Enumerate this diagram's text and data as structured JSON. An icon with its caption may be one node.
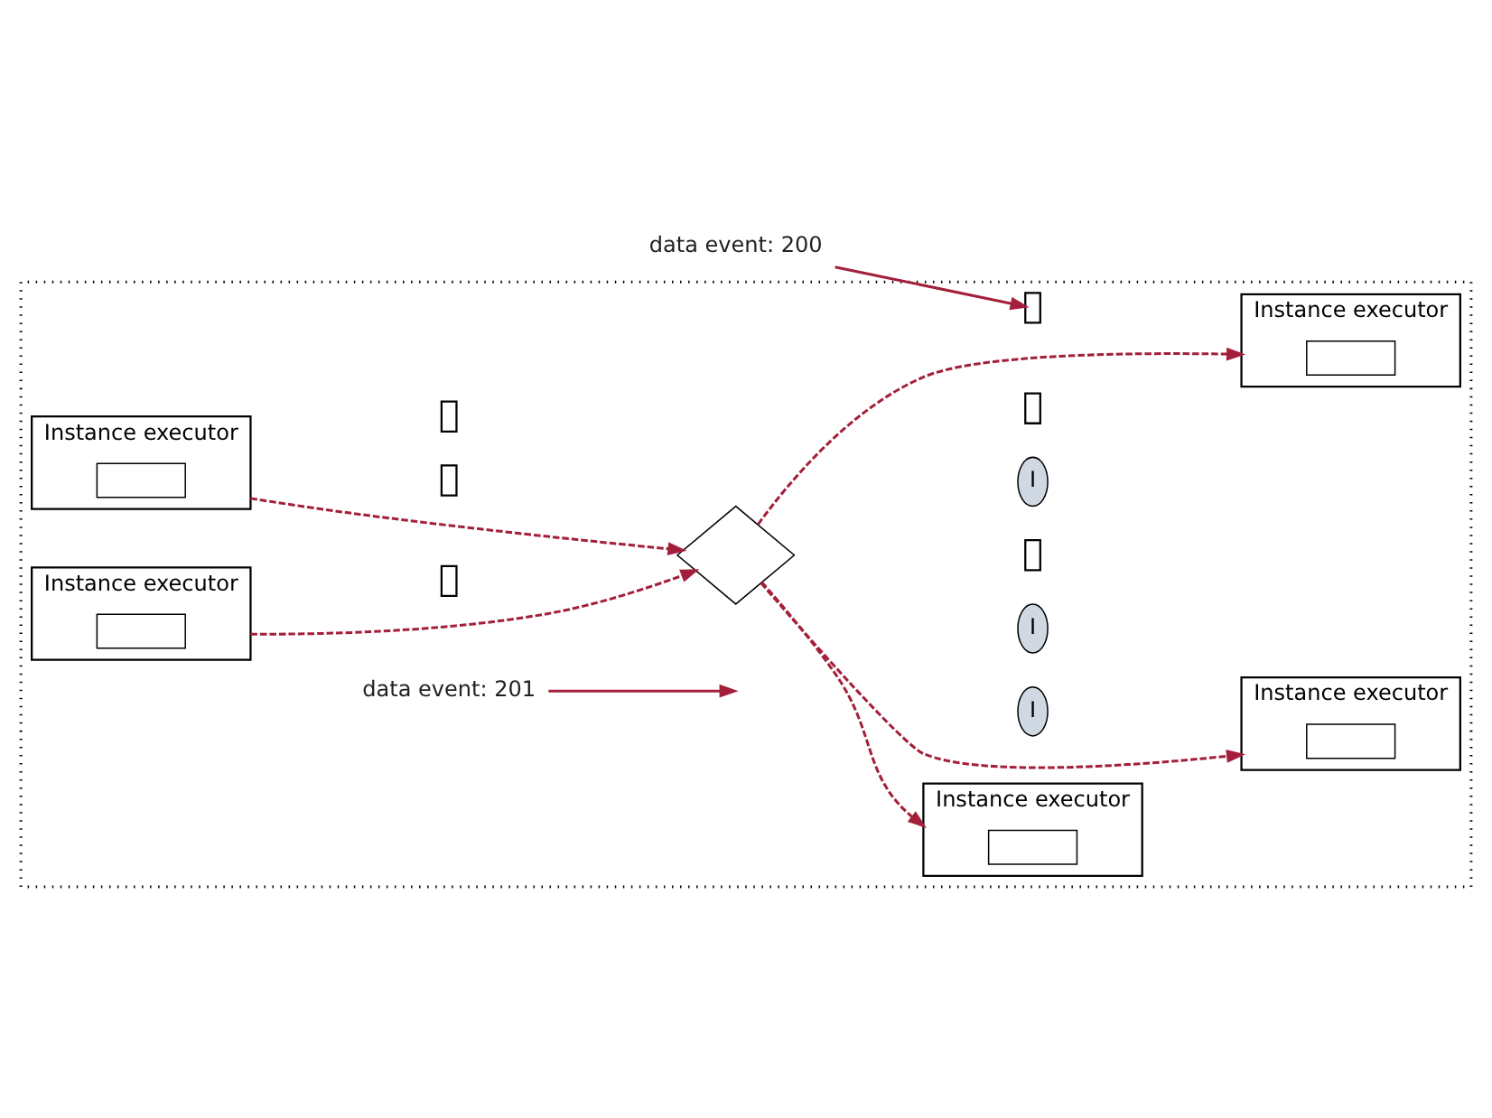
{
  "diagram": {
    "nodes": [
      {
        "text": [
          "data event: 200"
        ]
      },
      {
        "text": [],
        "shape": "box"
      },
      {
        "text": [
          "Instance executor"
        ],
        "in": 1
      },
      {
        "text": [],
        "shape": "box",
        "in": 2
      },
      {
        "text": [
          "Instance executor"
        ],
        "in": 1
      },
      {
        "text": [],
        "shape": "box",
        "in": 4
      },
      {
        "text": [
          "Instance executor"
        ],
        "in": 1
      },
      {
        "text": [],
        "shape": "box",
        "in": 6
      },
      {
        "text": [
          "Instance executor"
        ],
        "in": 1
      },
      {
        "text": [],
        "shape": "box",
        "in": 8
      },
      {
        "text": [
          "Instance executor"
        ],
        "in": 1
      },
      {
        "text": [],
        "shape": "box",
        "in": 10
      },
      {
        "text": [],
        "shape": "diamond",
        "in": 1
      },
      {
        "text": [
          "data event: 201"
        ],
        "in": 1
      },
      {
        "text": [],
        "shape": "box",
        "in": 1
      },
      {
        "text": [
          "I"
        ],
        "in": 1
      },
      {
        "text": [],
        "shape": "box",
        "in": 1
      },
      {
        "text": [],
        "shape": "box",
        "in": 1
      },
      {
        "text": [],
        "shape": "box",
        "in": 1
      },
      {
        "text": [
          "I"
        ],
        "in": 1
      },
      {
        "text": [
          "I"
        ],
        "in": 1
      },
      {
        "text": [],
        "shape": "box",
        "in": 1
      },
      {
        "text": [],
        "shape": "box",
        "in": 1
      }
    ],
    "edges": [
      {
        "from": 4,
        "to": 12,
        "arrow": "to",
        "style": "dashed"
      },
      {
        "from": 8,
        "to": 12,
        "arrow": "to",
        "style": "dashed"
      },
      {
        "from": 12,
        "to": 2,
        "arrow": "to",
        "style": "dashed"
      },
      {
        "from": 12,
        "to": 6,
        "arrow": "to",
        "style": "dashed"
      },
      {
        "from": 12,
        "to": 10,
        "arrow": "to",
        "style": "dashed"
      },
      {
        "from": 0,
        "to": 14,
        "arrow": "to"
      },
      {
        "from": 13,
        "to": null,
        "arrow": "to"
      }
    ]
  }
}
